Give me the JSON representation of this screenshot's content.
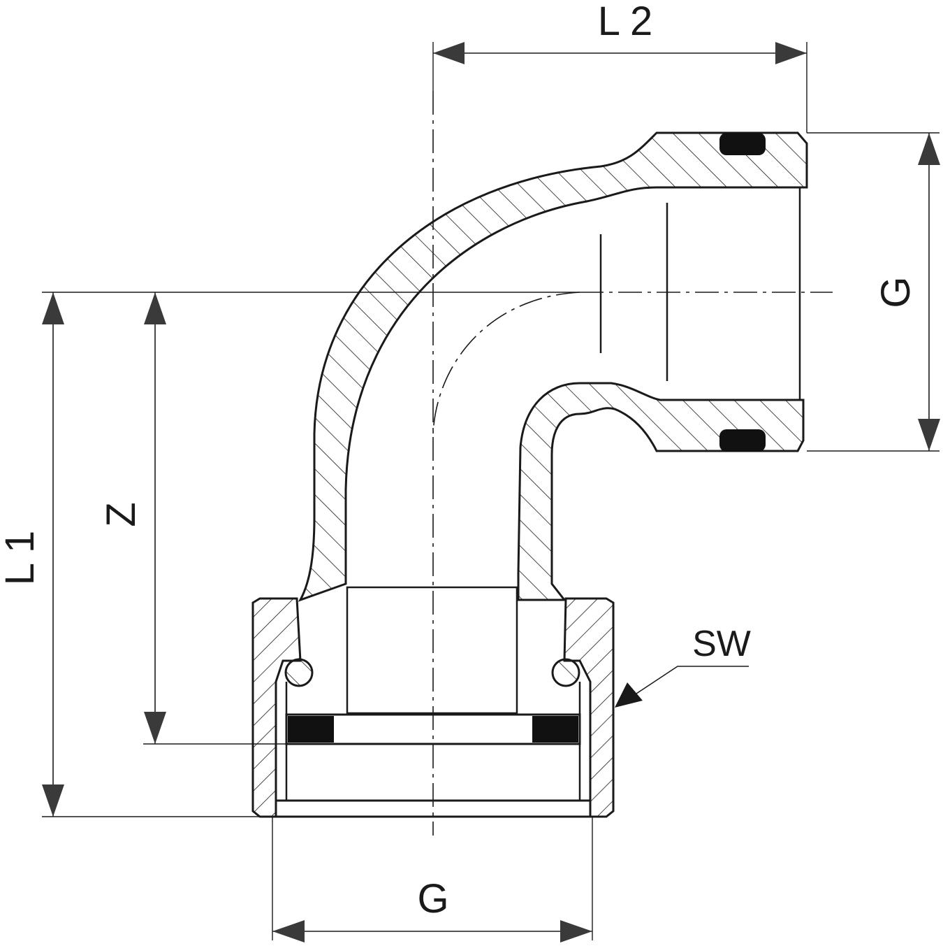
{
  "labels": {
    "top_length": "L 2",
    "left_length": "L 1",
    "z_dim": "Z",
    "right_thread": "G",
    "bottom_thread": "G",
    "wrench_size": "SW"
  },
  "colors": {
    "stroke": "#1a1a1a",
    "fill": "#ffffff",
    "seal": "#111111",
    "arrow": "#3a3a3a"
  }
}
